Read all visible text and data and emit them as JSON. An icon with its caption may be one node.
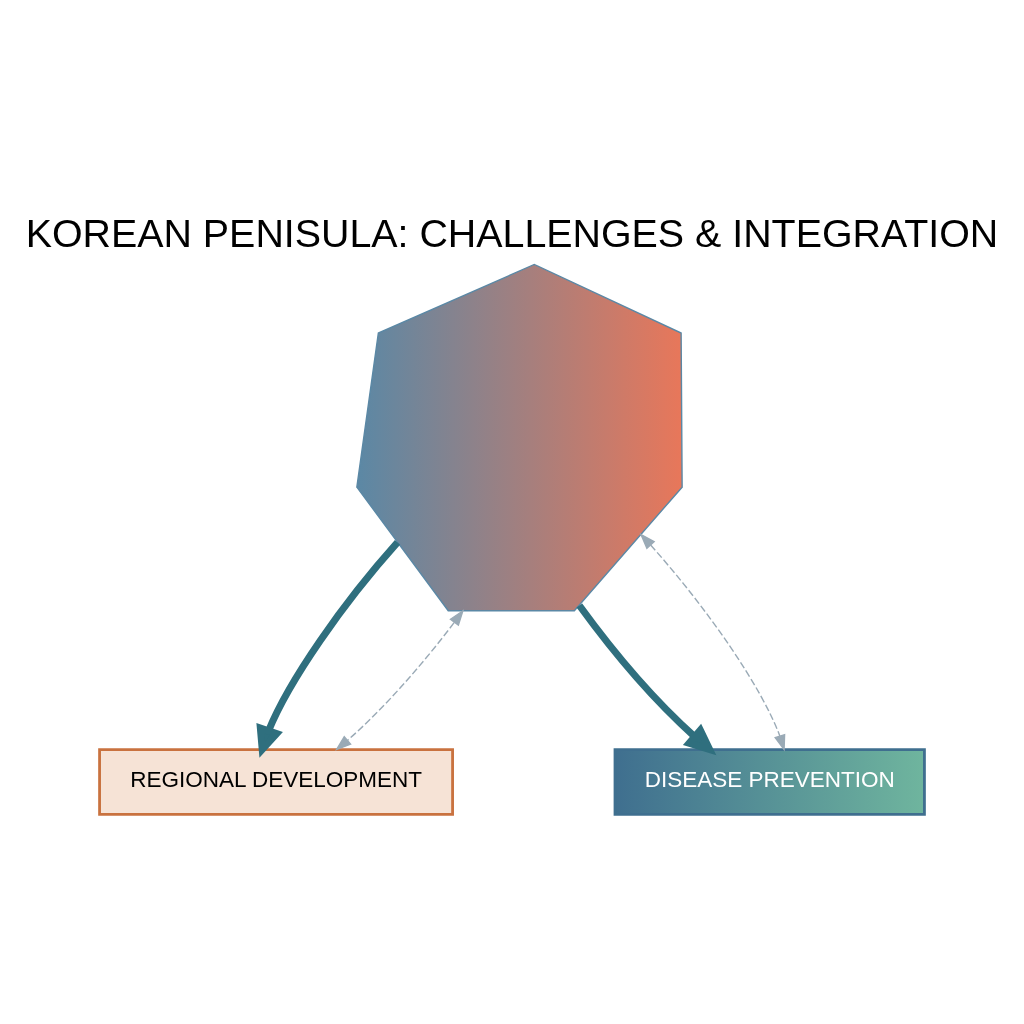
{
  "diagram": {
    "title": "KOREAN PENISULA: CHALLENGES & INTEGRATION",
    "nodes": [
      {
        "text": [],
        "shape": "picture"
      },
      {
        "text": [
          "REGIONAL DEVELOPMENT"
        ]
      },
      {
        "text": [
          "DISEASE PREVENTION"
        ]
      }
    ],
    "edges": [
      {
        "from": 0,
        "to": 1,
        "arrow": "to",
        "style": "thick"
      },
      {
        "from": 0,
        "to": 2,
        "arrow": "to",
        "style": "thick"
      },
      {
        "from": 0,
        "to": 1,
        "arrow": "both",
        "style": "dashed",
        "color": "#9aaab6"
      },
      {
        "from": 0,
        "to": 2,
        "arrow": "both",
        "style": "dashed",
        "color": "#9aaab6"
      }
    ]
  }
}
